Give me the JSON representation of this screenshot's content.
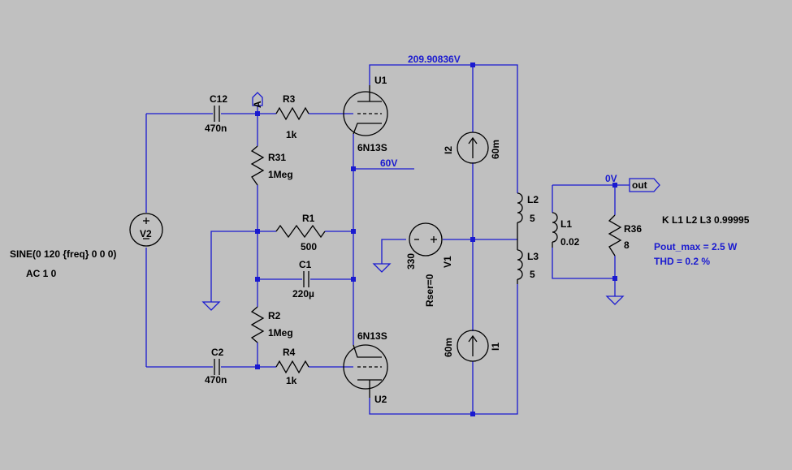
{
  "components": {
    "U1": {
      "name": "U1",
      "type": "6N13S"
    },
    "U2": {
      "name": "U2",
      "type": "6N13S"
    },
    "C12": {
      "name": "C12",
      "value": "470n"
    },
    "C2": {
      "name": "C2",
      "value": "470n"
    },
    "C1": {
      "name": "C1",
      "value": "220µ"
    },
    "R3": {
      "name": "R3",
      "value": "1k"
    },
    "R4": {
      "name": "R4",
      "value": "1k"
    },
    "R31": {
      "name": "R31",
      "value": "1Meg"
    },
    "R2": {
      "name": "R2",
      "value": "1Meg"
    },
    "R1": {
      "name": "R1",
      "value": "500"
    },
    "R36": {
      "name": "R36",
      "value": "8"
    },
    "I1": {
      "name": "I1",
      "value": "60m"
    },
    "I2": {
      "name": "I2",
      "value": "60m"
    },
    "V1": {
      "name": "V1",
      "value": "330",
      "rser": "Rser=0"
    },
    "V2": {
      "name": "V2",
      "line1": "SINE(0 120 {freq} 0 0 0)",
      "line2": "AC 1 0"
    },
    "L1": {
      "name": "L1",
      "value": "0.02"
    },
    "L2": {
      "name": "L2",
      "value": "5"
    },
    "L3": {
      "name": "L3",
      "value": "5"
    }
  },
  "nets": {
    "top": "209.90836V",
    "cathode": "60V",
    "out_v": "0V",
    "out_label": "out",
    "node_a": "A"
  },
  "directives": {
    "coupling": "K L1 L2 L3 0.99995",
    "pout": "Pout_max = 2.5 W",
    "thd": "THD = 0.2 %"
  },
  "colors": {
    "wire": "#1a1ad0",
    "background": "#c0c0c0",
    "component": "#000000"
  }
}
